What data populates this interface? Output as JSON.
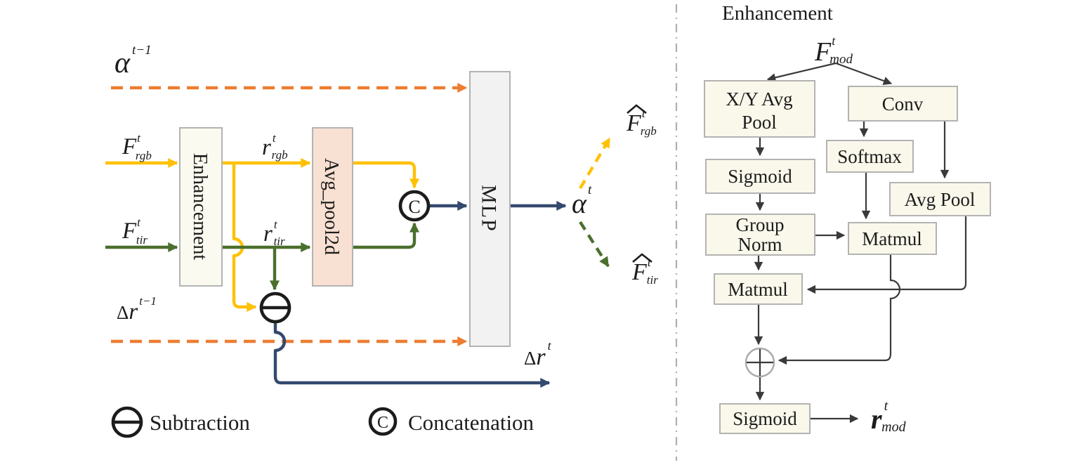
{
  "colors": {
    "yellow": "#FFC104",
    "green": "#4B6F2D",
    "orange": "#ED7D31",
    "navy": "#34496D",
    "dark": "#3A3A3A",
    "ink": "#1C1C1C",
    "box-border": "#B3B3B3",
    "divider": "#B0B0B0",
    "plus-ring": "#A9A9A9",
    "cream-fill": "#FBFAF0",
    "pink-fill": "#F8E0D2",
    "gray-fill": "#F2F2F2",
    "panel-fill": "#FAF8EB"
  },
  "left": {
    "inputs": {
      "alpha_prev": {
        "base": "α",
        "sup": "t−1"
      },
      "F_rgb": {
        "base": "F",
        "sup": "t",
        "sub": "rgb"
      },
      "F_tir": {
        "base": "F",
        "sup": "t",
        "sub": "tir"
      },
      "delta_r_prev": {
        "delta": "Δ",
        "base": "r",
        "sup": "t−1"
      }
    },
    "mid": {
      "r_rgb": {
        "base": "r",
        "sup": "t",
        "sub": "rgb"
      },
      "r_tir": {
        "base": "r",
        "sup": "t",
        "sub": "tir"
      }
    },
    "boxes": {
      "enhancement": "Enhancement",
      "avg_pool": "Avg_pool2d",
      "mlp": "MLP"
    },
    "outputs": {
      "alpha": {
        "base": "α",
        "sup": "t"
      },
      "F_rgb_hat": {
        "hat": "^",
        "base": "F",
        "sup": "t",
        "sub": "rgb"
      },
      "F_tir_hat": {
        "hat": "^",
        "base": "F",
        "sup": "t",
        "sub": "tir"
      },
      "delta_r": {
        "delta": "Δ",
        "base": "r",
        "sup": "t"
      }
    },
    "operators": {
      "subtraction": "−",
      "concatenation": "C"
    },
    "legend": [
      {
        "symbol": "subtraction-circle",
        "label": "Subtraction"
      },
      {
        "symbol": "concatenation-circle",
        "label": "Concatenation"
      }
    ]
  },
  "right": {
    "title": "Enhancement",
    "input": {
      "base": "F",
      "sup": "t",
      "sub": "mod"
    },
    "boxes": {
      "xy_avg_pool": {
        "line1": "X/Y Avg",
        "line2": "Pool"
      },
      "conv": "Conv",
      "softmax": "Softmax",
      "avg_pool": "Avg Pool",
      "sigmoid_left": "Sigmoid",
      "group_norm": {
        "line1": "Group",
        "line2": "Norm"
      },
      "matmul_attention": "Matmul",
      "matmul_spatial": "Matmul",
      "sigmoid_out": "Sigmoid"
    },
    "operators": {
      "add": "+"
    },
    "output": {
      "base": "r",
      "sup": "t",
      "sub": "mod"
    }
  }
}
